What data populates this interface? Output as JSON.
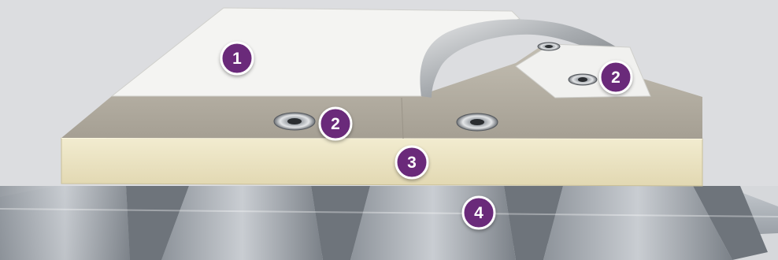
{
  "diagram": {
    "background_color": "#dcdde0",
    "badge_color": "#6b2a7a",
    "badge_border_color": "#ffffff",
    "layers": [
      {
        "key": "membrane",
        "color": "#f4f4f2"
      },
      {
        "key": "fastener",
        "color": "#8a8d90"
      },
      {
        "key": "insulation",
        "color": "#ebe4c3"
      },
      {
        "key": "steel_deck",
        "color": "#9aa0a7"
      }
    ],
    "cover_board_color": "#b4aea2",
    "badges": [
      {
        "label": "1"
      },
      {
        "label": "2"
      },
      {
        "label": "2"
      },
      {
        "label": "3"
      },
      {
        "label": "4"
      }
    ]
  }
}
